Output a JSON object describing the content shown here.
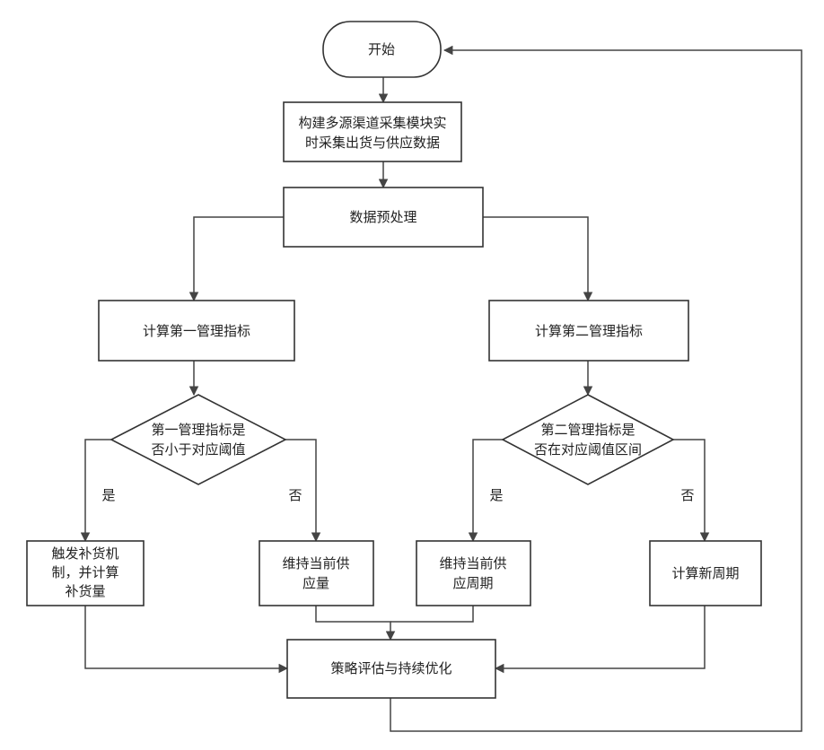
{
  "flowchart": {
    "start": "开始",
    "build": [
      "构建多源渠道采集模块实",
      "时采集出货与供应数据"
    ],
    "preprocess": "数据预处理",
    "calc_first": "计算第一管理指标",
    "calc_second": "计算第二管理指标",
    "decision_first": [
      "第一管理指标是",
      "否小于对应阈值"
    ],
    "decision_second": [
      "第二管理指标是",
      "否在对应阈值区间"
    ],
    "yes": "是",
    "no": "否",
    "trigger_replenish": [
      "触发补货机",
      "制，并计算",
      "补货量"
    ],
    "keep_supply_qty": [
      "维持当前供",
      "应量"
    ],
    "keep_supply_cycle": [
      "维持当前供",
      "应周期"
    ],
    "calc_new_cycle": "计算新周期",
    "evaluate": "策略评估与持续优化"
  }
}
